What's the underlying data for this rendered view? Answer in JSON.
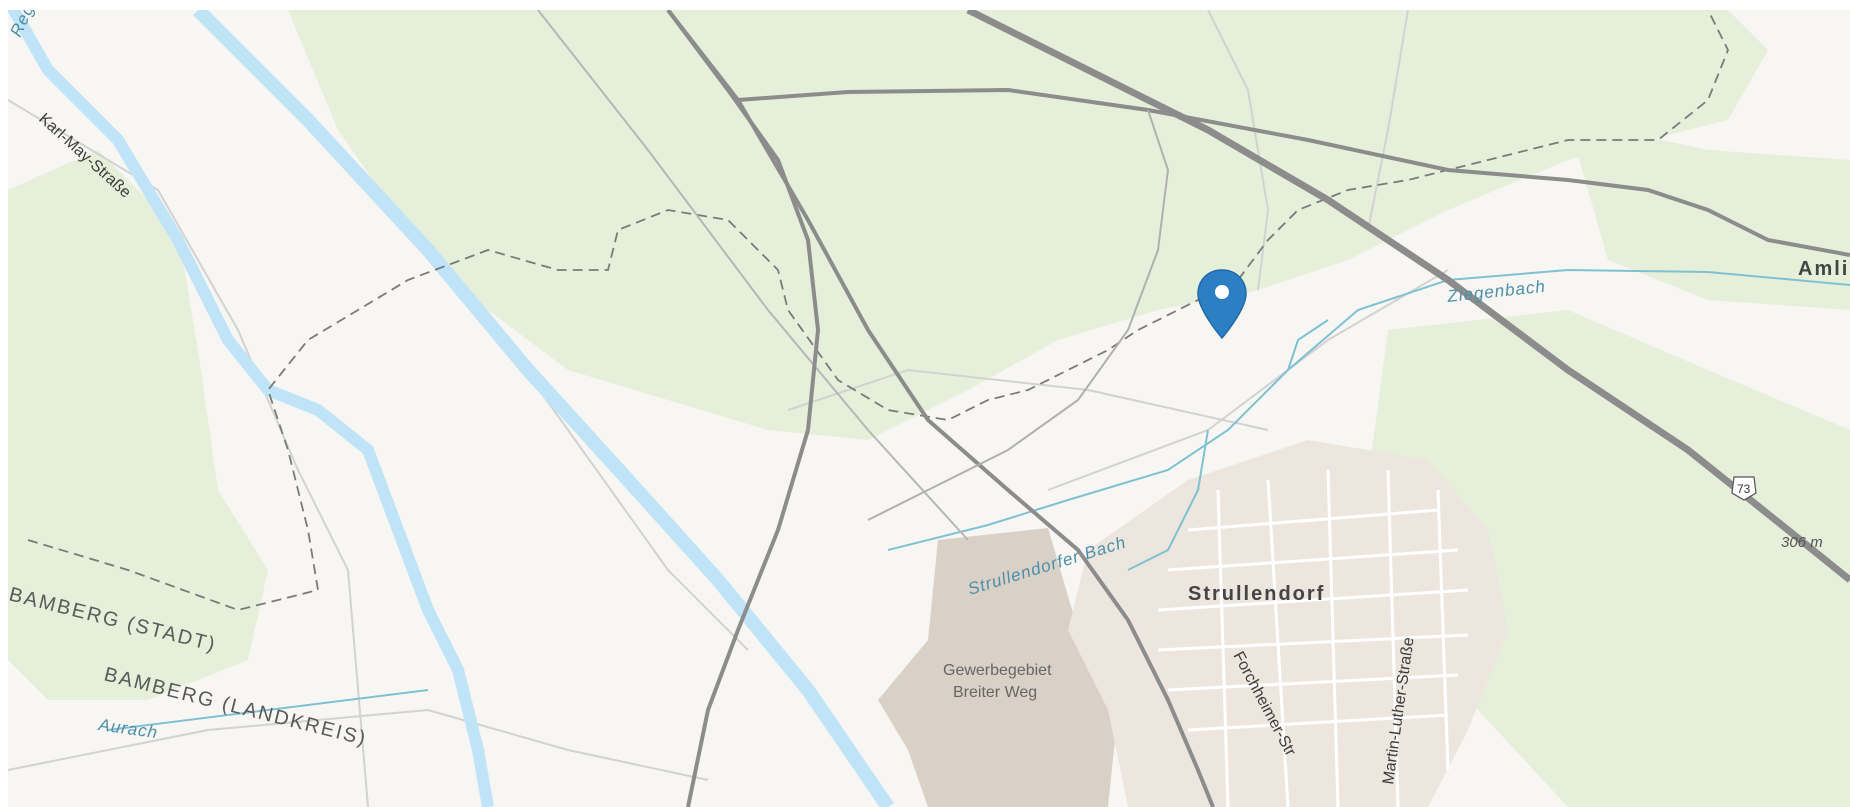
{
  "map": {
    "place_labels": {
      "strullendorf": "Strullendorf",
      "amli": "Amli",
      "gewerbegebiet_line1": "Gewerbegebiet",
      "gewerbegebiet_line2": "Breiter Weg"
    },
    "road_labels": {
      "karl_may": "Karl-May-Straße",
      "forchheimer": "Forchheimer-Str",
      "martin_luther": "Martin-Luther-Straße"
    },
    "water_labels": {
      "regnitz": "Regnitz",
      "ziegenbach": "Ziegenbach",
      "strullendorfer_bach": "Strullendorfer Bach",
      "aurach": "Aurach"
    },
    "admin_labels": {
      "bamberg_stadt": "BAMBERG (STADT)",
      "bamberg_landkreis": "BAMBERG (LANDKREIS)"
    },
    "route_shield": "73",
    "elevation_label": "306 m",
    "marker": {
      "type": "location-pin",
      "color": "#2d7fc4"
    },
    "colors": {
      "forest": "#e4efd6",
      "river": "#bfe3f7",
      "highway": "#8c8c8c",
      "stream": "#7fc1d3",
      "urban": "#e9e3dc",
      "industrial": "#d6ccc2"
    }
  }
}
